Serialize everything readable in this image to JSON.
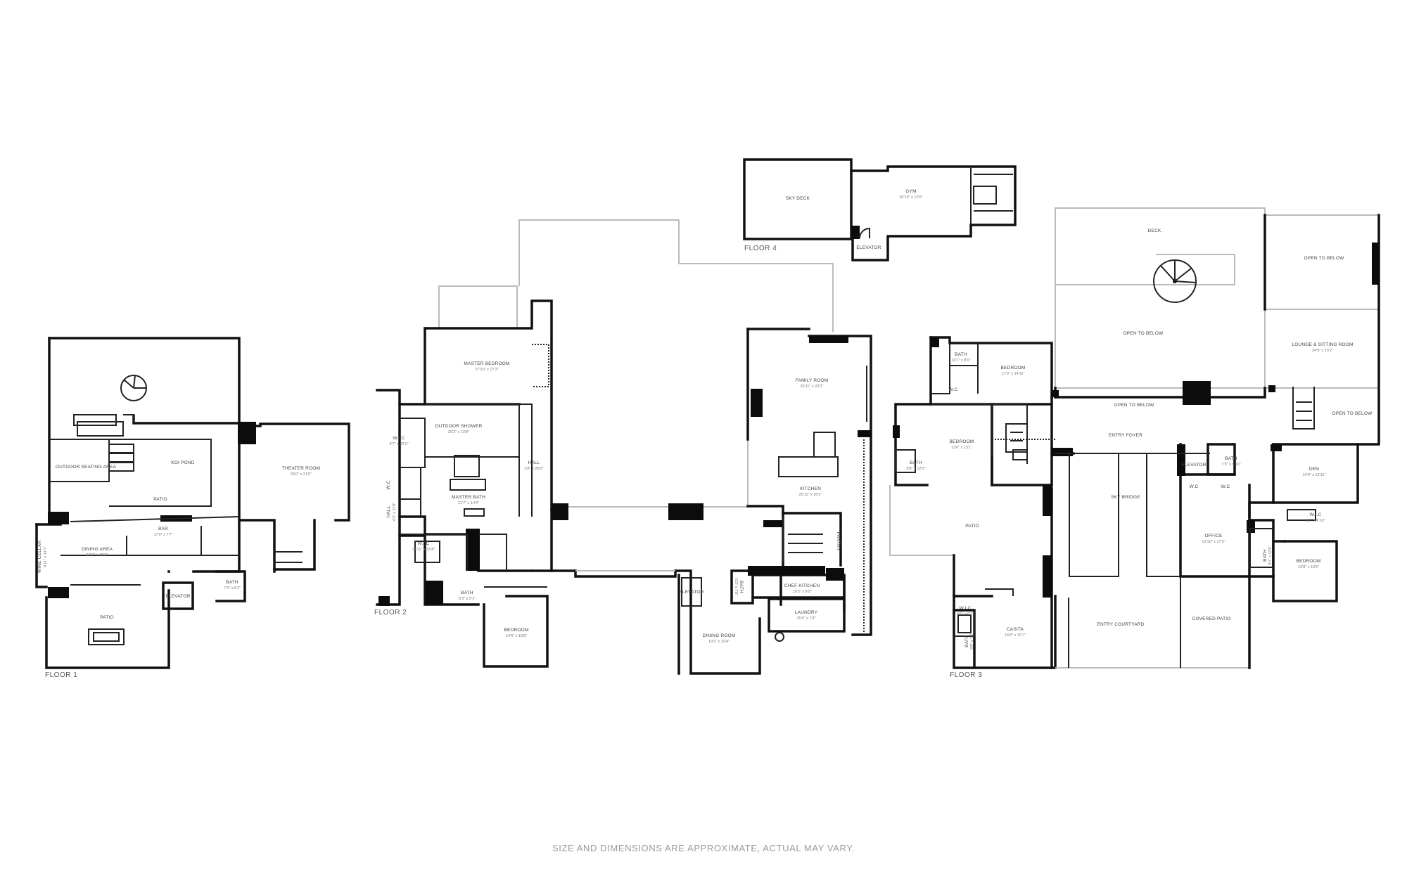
{
  "floors": {
    "floor1": {
      "label": "FLOOR 1",
      "rooms": {
        "koi_pond": {
          "name": "KOI POND",
          "dims": ""
        },
        "outdoor_seating": {
          "name": "OUTDOOR SEATING AREA",
          "dims": ""
        },
        "theater_room": {
          "name": "THEATER ROOM",
          "dims": "25'0\" x 21'5\""
        },
        "patio_upper": {
          "name": "PATIO",
          "dims": ""
        },
        "bar": {
          "name": "BAR",
          "dims": "17'0\" x 7'7\""
        },
        "wine_cellar": {
          "name": "WINE CELLAR",
          "dims": "9'11\" x 14'7\""
        },
        "dining_area": {
          "name": "DINING AREA",
          "dims": "13'7\" x 15'3\""
        },
        "elevator": {
          "name": "ELEVATOR",
          "dims": ""
        },
        "bath": {
          "name": "BATH",
          "dims": "7'0\" x 5'2\""
        },
        "patio_lower": {
          "name": "PATIO",
          "dims": ""
        }
      }
    },
    "floor2": {
      "label": "FLOOR 2",
      "rooms": {
        "master_bedroom": {
          "name": "MASTER BEDROOM",
          "dims": "27'10\" x 17'3\""
        },
        "outdoor_shower": {
          "name": "OUTDOOR SHOWER",
          "dims": "26'3\" x 10'8\""
        },
        "wic_upper": {
          "name": "W.I.C",
          "dims": "6'7\" x 20'1\""
        },
        "hall_right": {
          "name": "HALL",
          "dims": "5'8\" x 26'0\""
        },
        "master_bath": {
          "name": "MASTER BATH",
          "dims": "21'7\" x 14'4\""
        },
        "wc": {
          "name": "W.C",
          "dims": ""
        },
        "hall_left": {
          "name": "HALL",
          "dims": "4'3\" x 11'8\""
        },
        "wic_lower": {
          "name": "W.I.C",
          "dims": "19'11\" x 15'8\""
        },
        "bath": {
          "name": "BATH",
          "dims": "6'3\" x 5'1\""
        },
        "bedroom": {
          "name": "BEDROOM",
          "dims": "14'6\" x 15'8\""
        },
        "family_room": {
          "name": "FAMILY ROOM",
          "dims": "25'11\" x 22'2\""
        },
        "kitchen": {
          "name": "KITCHEN",
          "dims": "25'11\" x 16'2\""
        },
        "pantry": {
          "name": "PANTRY",
          "dims": ""
        },
        "elevator": {
          "name": "ELEVATOR",
          "dims": ""
        },
        "bath_small": {
          "name": "BATH",
          "dims": "6'3\" x 7'8\""
        },
        "chef_kitchen": {
          "name": "CHEF KITCHEN",
          "dims": "19'5\" x 6'0\""
        },
        "laundry": {
          "name": "LAUNDRY",
          "dims": "15'6\" x 7'8\""
        },
        "dining_room": {
          "name": "DINING ROOM",
          "dims": "19'2\" x 10'4\""
        }
      }
    },
    "floor3": {
      "label": "FLOOR 3",
      "rooms": {
        "deck": {
          "name": "DECK",
          "dims": ""
        },
        "open_to_below_center": {
          "name": "OPEN TO BELOW",
          "dims": ""
        },
        "open_to_below_right_top": {
          "name": "OPEN TO BELOW",
          "dims": ""
        },
        "lounge": {
          "name": "LOUNGE & SITTING ROOM",
          "dims": "24'9\" x 15'2\""
        },
        "open_to_below_bar": {
          "name": "OPEN TO BELOW",
          "dims": ""
        },
        "open_to_below_right": {
          "name": "OPEN TO BELOW",
          "dims": ""
        },
        "bath_top": {
          "name": "BATH",
          "dims": "10'1\" x 8'0\""
        },
        "bedroom_top": {
          "name": "BEDROOM",
          "dims": "17'0\" x 14'11\""
        },
        "wc_top": {
          "name": "W.C",
          "dims": ""
        },
        "bedroom_mid": {
          "name": "BEDROOM",
          "dims": "13'6\" x 15'1\""
        },
        "bath_mid": {
          "name": "BATH",
          "dims": "8'9\" x 12'0\""
        },
        "entry_foyer": {
          "name": "ENTRY FOYER",
          "dims": ""
        },
        "elevator": {
          "name": "ELEVATOR",
          "dims": ""
        },
        "bath_right": {
          "name": "BATH",
          "dims": "7'9\" x 6'10\""
        },
        "den": {
          "name": "DEN",
          "dims": "14'0\" x 12'11\""
        },
        "wc_a": {
          "name": "W.C",
          "dims": ""
        },
        "wc_b": {
          "name": "W.C",
          "dims": ""
        },
        "patio": {
          "name": "PATIO",
          "dims": ""
        },
        "sky_bridge": {
          "name": "SKY BRIDGE",
          "dims": ""
        },
        "office": {
          "name": "OFFICE",
          "dims": "13'10\" x 17'3\""
        },
        "bath_office": {
          "name": "BATH",
          "dims": "8'1\" x 10'5\""
        },
        "wic_right": {
          "name": "W.I.C",
          "dims": "8'6\" x 6'10\""
        },
        "bedroom_right": {
          "name": "BEDROOM",
          "dims": "13'8\" x 16'5\""
        },
        "wic_casita": {
          "name": "W.I.C",
          "dims": "5'6\" x 6'1\""
        },
        "bath_casita": {
          "name": "BATH",
          "dims": "9'8\" x 7'2\""
        },
        "casita": {
          "name": "CASITA",
          "dims": "16'8\" x 15'7\""
        },
        "entry_courtyard": {
          "name": "ENTRY COURTYARD",
          "dims": ""
        },
        "covered_patio": {
          "name": "COVERED PATIO",
          "dims": ""
        }
      }
    },
    "floor4": {
      "label": "FLOOR 4",
      "rooms": {
        "sky_deck": {
          "name": "SKY DECK",
          "dims": ""
        },
        "gym": {
          "name": "GYM",
          "dims": "26'10\" x 12'6\""
        },
        "elevator": {
          "name": "ELEVATOR",
          "dims": ""
        }
      }
    }
  },
  "disclaimer": "SIZE AND DIMENSIONS ARE APPROXIMATE, ACTUAL MAY VARY."
}
